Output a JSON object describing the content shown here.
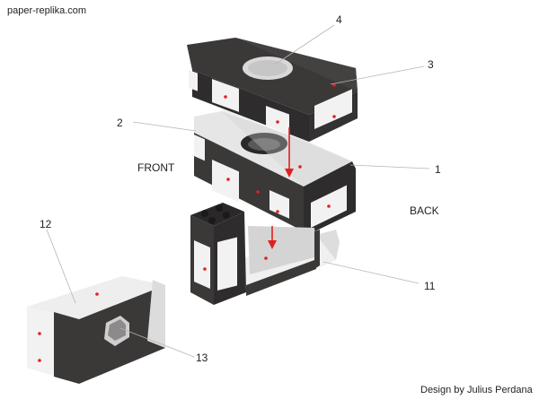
{
  "header": {
    "site": "paper-replika.com"
  },
  "footer": {
    "credit": "Design by Julius Perdana"
  },
  "labels": {
    "front": "FRONT",
    "back": "BACK"
  },
  "callouts": [
    "1",
    "2",
    "3",
    "4",
    "11",
    "12",
    "13"
  ],
  "colors": {
    "panel_dark": "#3b3838",
    "panel_darker": "#2a2828",
    "panel_light": "#f2f2f2",
    "inner_light": "#d9d9d9",
    "accent_red": "#e02020",
    "leader_line": "#b5b5b5"
  }
}
